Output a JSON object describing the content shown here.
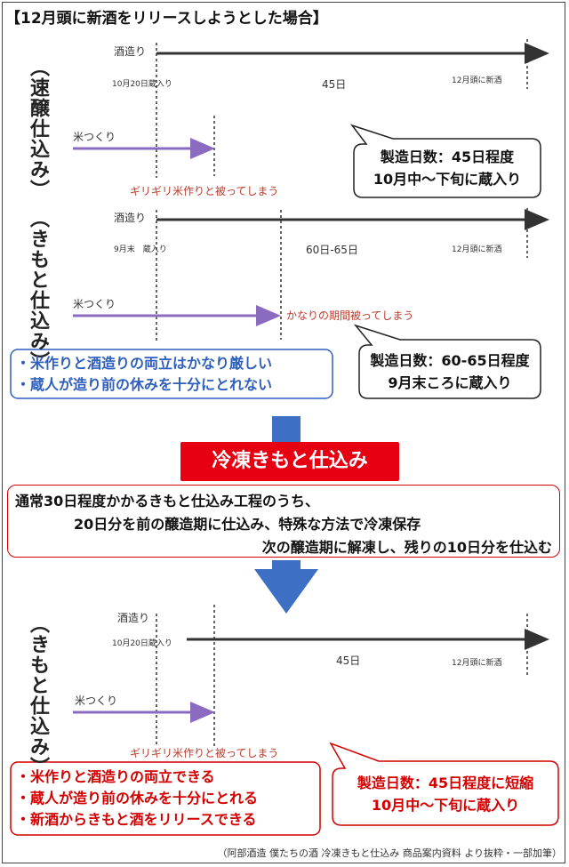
{
  "title": "【12月頭に新酒をリリースしようとした場合】",
  "section1": {
    "vertical_label": "（速醸仕込み）",
    "sake_label": "酒造り",
    "start_label": "10月20日蔵入り",
    "duration_label": "45日",
    "end_label": "12月頭に新酒",
    "rice_label": "米つくり",
    "note": "ギリギリ米作りと被ってしまう",
    "callout": [
      "製造日数：45日程度",
      "10月中～下旬に蔵入り"
    ]
  },
  "section2": {
    "vertical_label": "（きもと仕込み）",
    "sake_label": "酒造り",
    "start_label": "9月末　蔵入り",
    "duration_label": "60日-65日",
    "end_label": "12月頭に新酒",
    "rice_label": "米つくり",
    "note": "かなりの期間被ってしまう",
    "callout": [
      "製造日数：60-65日程度",
      "9月末ころに蔵入り"
    ],
    "bullets": [
      "・米作りと酒造りの両立はかなり厳しい",
      "・蔵人が造り前の休みを十分にとれない"
    ]
  },
  "banner": "冷凍きもと仕込み",
  "explanation": [
    "通常30日程度かかるきもと仕込み工程のうち、",
    "20日分を前の醸造期に仕込み、特殊な方法で冷凍保存",
    "次の醸造期に解凍し、残りの10日分を仕込む"
  ],
  "section3": {
    "vertical_label": "（きもと仕込み）",
    "sake_label": "酒造り",
    "start_label": "10月20日蔵入り",
    "duration_label": "45日",
    "end_label": "12月頭に新酒",
    "rice_label": "米つくり",
    "note": "ギリギリ米作りと被ってしまう",
    "callout": [
      "製造日数：45日程度に短縮",
      "10月中～下旬に蔵入り"
    ],
    "bullets": [
      "・米作りと酒造りの両立できる",
      "・蔵人が造り前の休みを十分にとれる",
      "・新酒からきもと酒をリリースできる"
    ]
  },
  "source": "（阿部酒造 僕たちの酒 冷凍きもと仕込み 商品案内資料 より抜粋・一部加筆）",
  "colors": {
    "red": "#d40000",
    "banner": "#e60012",
    "blue": "#2f5fbd",
    "purple": "#8b6bc0",
    "arrow_blue": "#3d6fc4"
  }
}
